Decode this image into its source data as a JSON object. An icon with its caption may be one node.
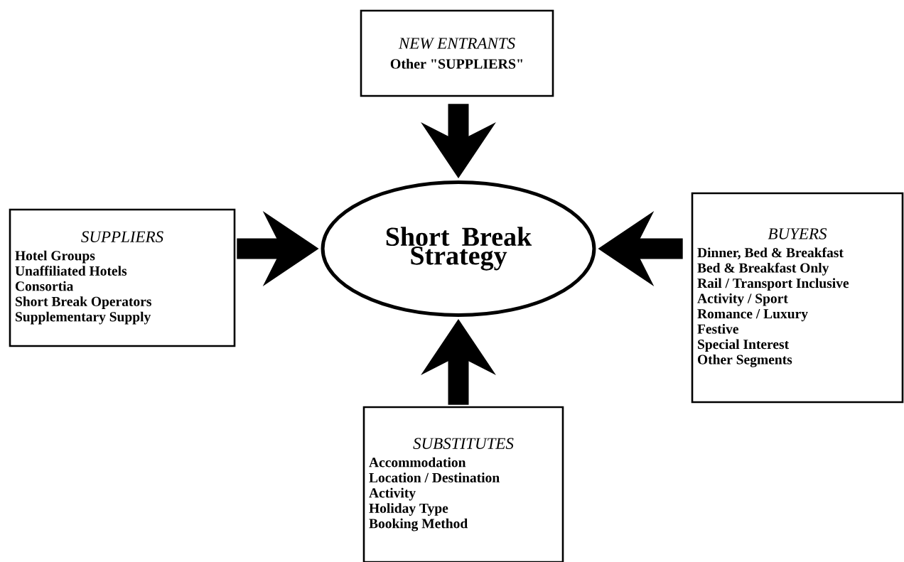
{
  "diagram": {
    "nodes": [
      {
        "text": [
          "NEW ENTRANTS",
          "Other \"SUPPLIERS\""
        ]
      },
      {
        "text": [
          "SUPPLIERS",
          "Hotel Groups",
          "Unaffiliated Hotels",
          "Consortia",
          "Short Break Operators",
          "Supplementary Supply"
        ]
      },
      {
        "text": [
          "Short Break Strategy"
        ]
      },
      {
        "text": [
          "BUYERS",
          "Dinner, Bed & Breakfast",
          "Bed & Breakfast Only",
          "Rail / Transport Inclusive",
          "Activity / Sport",
          "Romance / Luxury",
          "Festive",
          "Special Interest",
          "Other Segments"
        ]
      },
      {
        "text": [
          "SUBSTITUTES",
          "Accommodation",
          "Location / Destination",
          "Activity",
          "Holiday Type",
          "Booking Method"
        ]
      }
    ],
    "edges": [
      {
        "from": 0,
        "to": 2,
        "arrow": "to"
      },
      {
        "from": 1,
        "to": 2,
        "arrow": "to"
      },
      {
        "from": 3,
        "to": 2,
        "arrow": "to"
      },
      {
        "from": 4,
        "to": 2,
        "arrow": "to"
      }
    ]
  }
}
